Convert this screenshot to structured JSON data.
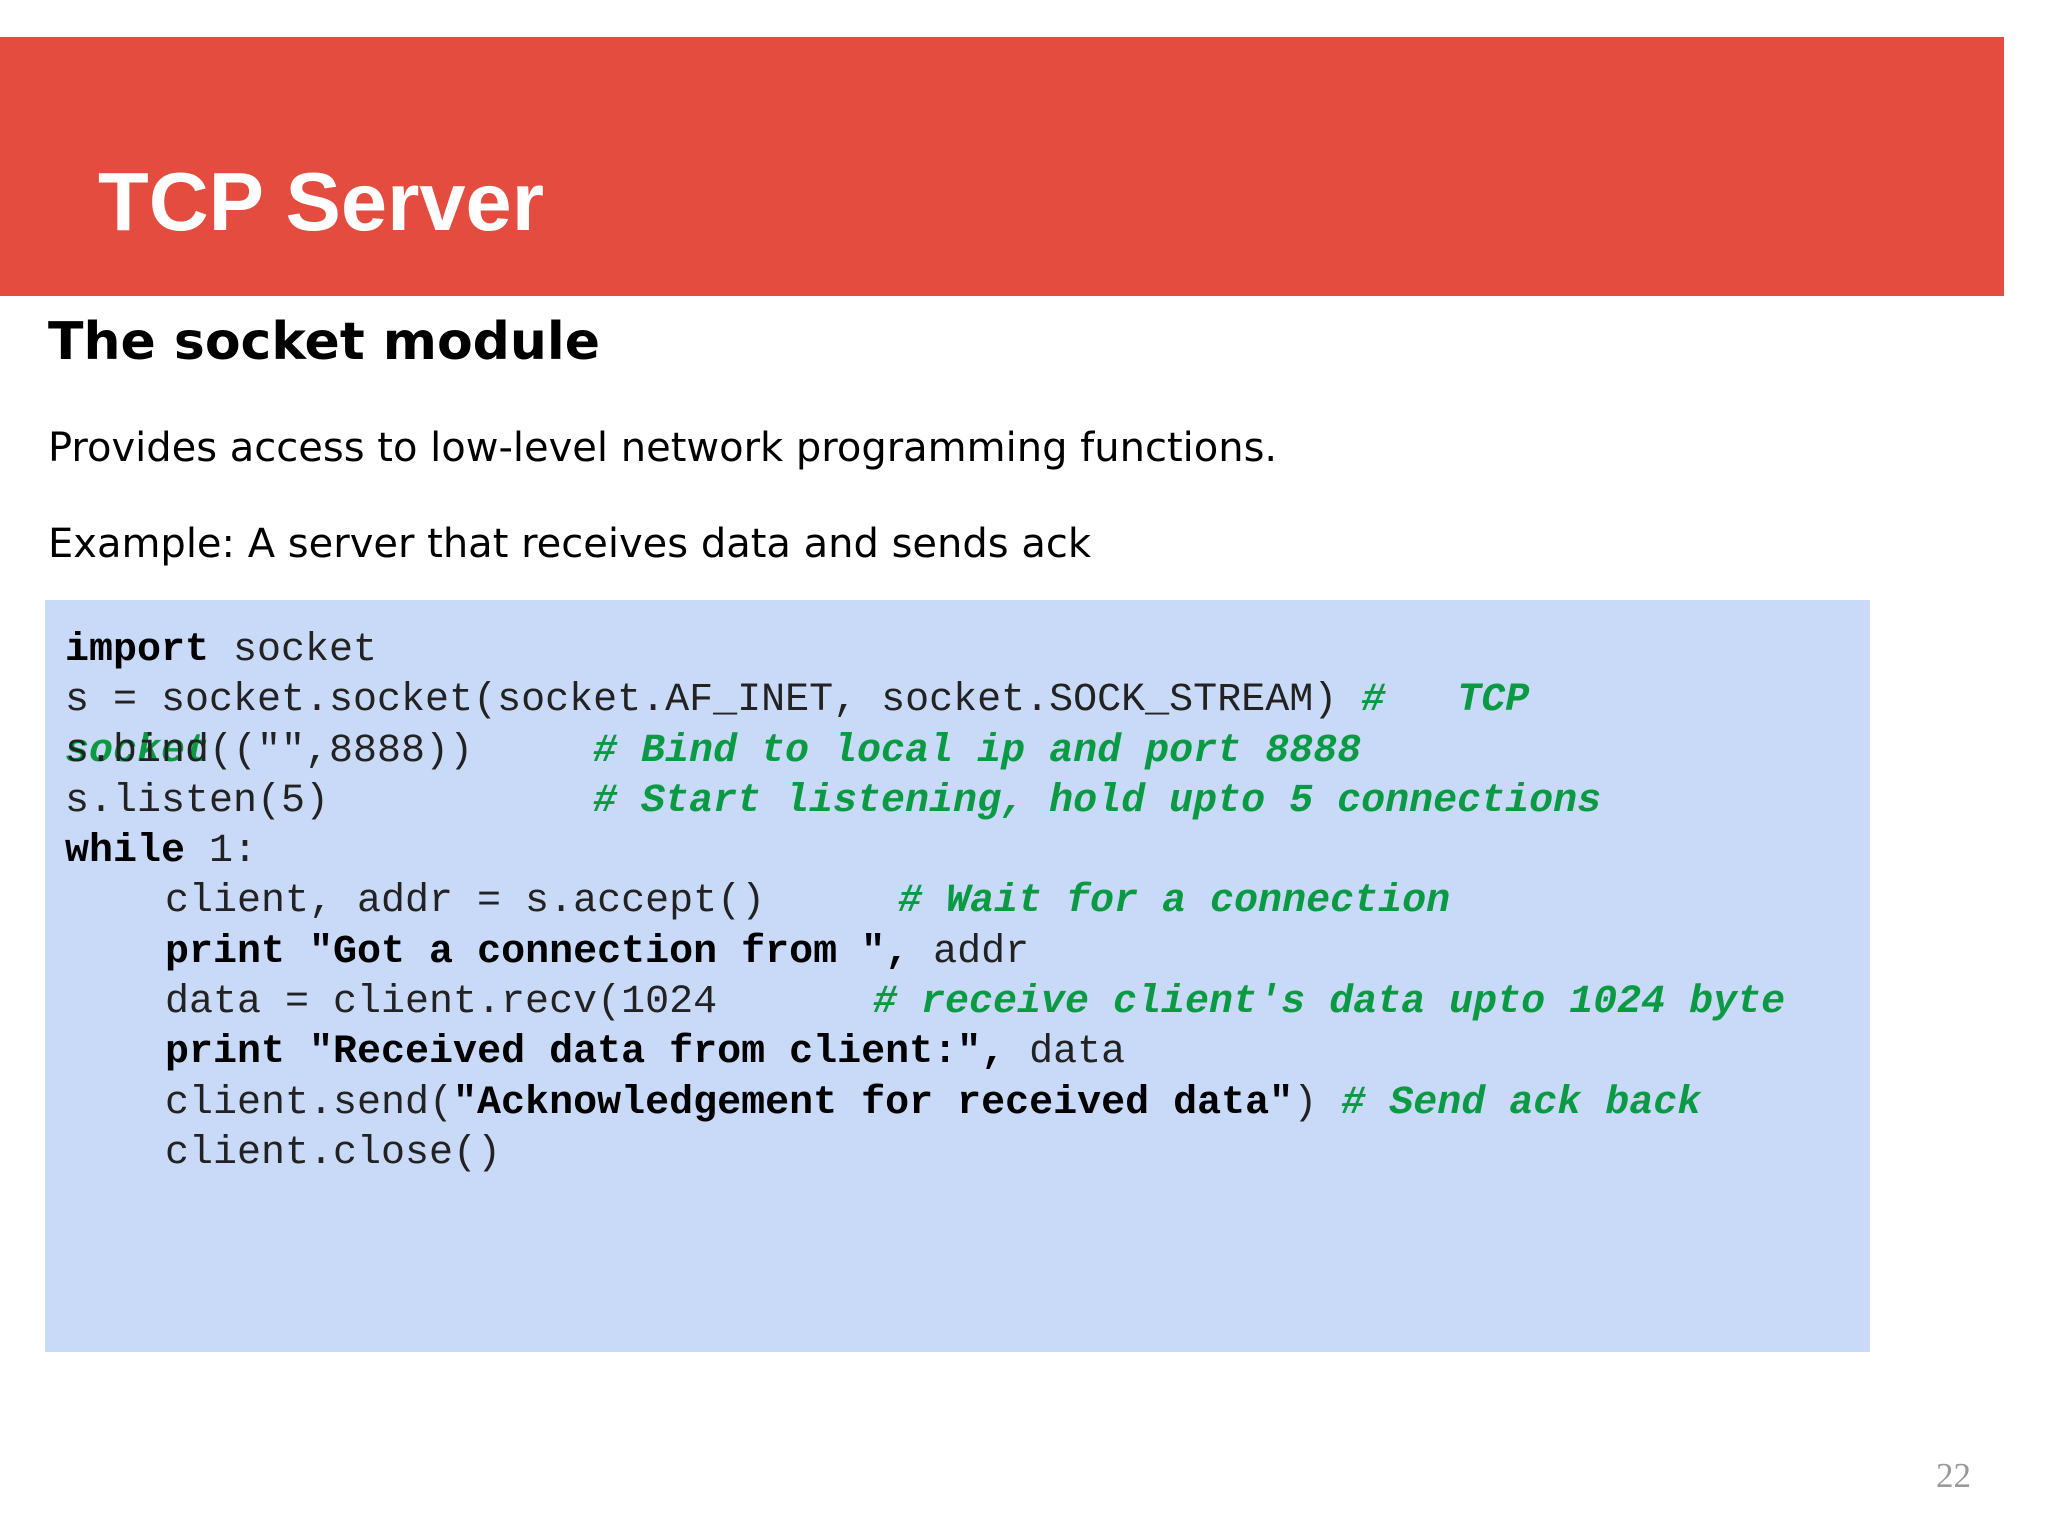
{
  "slide": {
    "title": "TCP Server",
    "subtitle": "The socket module",
    "description": "Provides access to low-level network programming functions.",
    "example": "Example: A server that receives data and sends ack",
    "page_number": "22"
  },
  "code": {
    "l1_kw": "import",
    "l1_rest": " socket",
    "l2_code": "s = socket.socket(socket.AF_INET, socket.SOCK_STREAM) ",
    "l2_comment": "#   TCP",
    "l3_overlap": "socket",
    "l3_code": "s.bind((\"\",8888))",
    "l3_comment": "# Bind to local ip and port 8888",
    "l4_code": "s.listen(5)",
    "l4_comment": "# Start listening, hold upto 5 connections",
    "l5_kw": "while",
    "l5_rest": " 1:",
    "l6_code": "client, addr = s.accept()",
    "l6_comment": "# Wait for a connection",
    "l7_kw": "print",
    "l7_str": " \"Got a connection from \",",
    "l7_rest": " addr",
    "l8_code": "data = client.recv(1024",
    "l8_comment": "# receive client's data upto 1024 byte",
    "l9_kw": "print",
    "l9_str": " \"Received data from client:\",",
    "l9_rest": " data",
    "l10_code": "client.send(",
    "l10_str": "\"Acknowledgement for received data\"",
    "l10_rest": ") ",
    "l10_comment": "# Send ack back",
    "l11_code": "client.close()"
  },
  "colors": {
    "title_band": "#e34c3f",
    "code_background": "#c9daf8",
    "comment": "#0b9a44"
  }
}
